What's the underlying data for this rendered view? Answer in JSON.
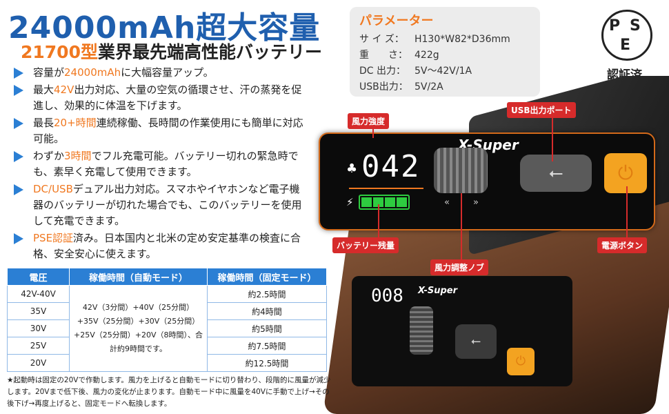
{
  "header": {
    "title": "24000mAh超大容量",
    "subtitle_highlight": "21700型",
    "subtitle_rest": "業界最先端高性能バッテリー"
  },
  "features": [
    {
      "pre": "容量が",
      "hl": "24000mAh",
      "post": "に大幅容量アップ。"
    },
    {
      "pre": "最大",
      "hl": "42V",
      "post": "出力対応、大量の空気の循環させ、汗の蒸発を促進し、効果的に体温を下げます。"
    },
    {
      "pre": "最長",
      "hl": "20+時間",
      "post": "連続稼働、長時間の作業使用にも簡単に対応可能。"
    },
    {
      "pre": "わずか",
      "hl": "3時間",
      "post": "でフル充電可能。バッテリー切れの緊急時でも、素早く充電して使用できます。"
    },
    {
      "pre": "",
      "hl": "DC/USB",
      "post": "デュアル出力対応。スマホやイヤホンなど電子機器のバッテリーが切れた場合でも、このバッテリーを使用して充電できます。"
    },
    {
      "pre": "",
      "hl": "PSE認証",
      "post": "済み。日本国内と北米の定め安定基準の検査に合格、安全安心に使えます。"
    }
  ],
  "params": {
    "title": "パラメーター",
    "rows": [
      {
        "key": "サ イ ズ：",
        "value": "H130*W82*D36mm"
      },
      {
        "key": "重　　さ：",
        "value": "422g"
      },
      {
        "key": "DC 出力：",
        "value": "5V～42V/1A"
      },
      {
        "key": "USB出力：",
        "value": "5V/2A"
      }
    ]
  },
  "certification": {
    "mark_letters": [
      "P",
      "S",
      "E"
    ],
    "label": "認証済"
  },
  "device": {
    "brand": "X-Super",
    "speed_display": "042",
    "front_speed_display": "008",
    "icons": {
      "fan": "club-icon",
      "charge": "bolt-icon",
      "usb": "usb-icon",
      "power": "power-icon"
    },
    "battery_level_fraction": 1.0,
    "knob_left_arrow": "«",
    "knob_right_arrow": "»"
  },
  "callouts": {
    "wind_strength": "風力強度",
    "usb_port": "USB出力ポート",
    "battery_remaining": "バッテリー残量",
    "wind_knob": "風力調整ノブ",
    "power_button": "電源ボタン"
  },
  "table": {
    "headers": [
      "電圧",
      "稼働時間（自動モード）",
      "稼働時間（固定モード）"
    ],
    "voltages": [
      "42V-40V",
      "35V",
      "30V",
      "25V",
      "20V"
    ],
    "auto_mode": "42V（3分間）+40V（25分間）+35V（25分間）+30V（25分間）+25V（25分間）+20V（8時間）、合計約9時間です。",
    "fixed_mode": [
      "約2.5時間",
      "約4時間",
      "約5時間",
      "約7.5時間",
      "約12.5時間"
    ]
  },
  "note": "★起動時は固定の20Vで作動します。風力を上げると自動モードに切り替わり、段階的に風量が減少します。20Vまで低下後、風力の変化が止まります。自動モード中に風量を40Vに手動で上げ→その後下げ→再度上げると、固定モードへ転換します。",
  "colors": {
    "title_blue": "#1f5fae",
    "accent_orange": "#f07820",
    "bullet_blue": "#2b7fd4",
    "callout_red": "#d62b2b",
    "battery_green": "#2ecc40",
    "power_button": "#f3a321"
  }
}
